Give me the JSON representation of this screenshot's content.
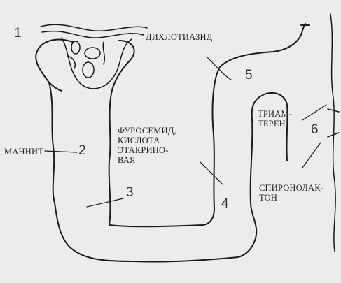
{
  "diagram": {
    "segments": [
      {
        "id": "1",
        "number": "1"
      },
      {
        "id": "2",
        "number": "2",
        "drug_lines": [
          "МАННИТ"
        ]
      },
      {
        "id": "3",
        "number": "3"
      },
      {
        "id": "4",
        "number": "4",
        "drug_lines": [
          "ФУРОСЕМИД,",
          "КИСЛОТА",
          "ЭТАКРИНО-",
          "ВАЯ"
        ]
      },
      {
        "id": "5",
        "number": "5",
        "drug_lines": [
          "ДИХЛОТИАЗИД"
        ]
      },
      {
        "id": "6",
        "number": "6",
        "drug_lines_a": [
          "ТРИАМ-",
          "ТЕРЕН"
        ],
        "drug_lines_b": [
          "СПИРОНОЛАК-",
          "ТОН"
        ]
      }
    ],
    "colors": {
      "line": "#1a1a1a",
      "background": "#ececec"
    }
  }
}
